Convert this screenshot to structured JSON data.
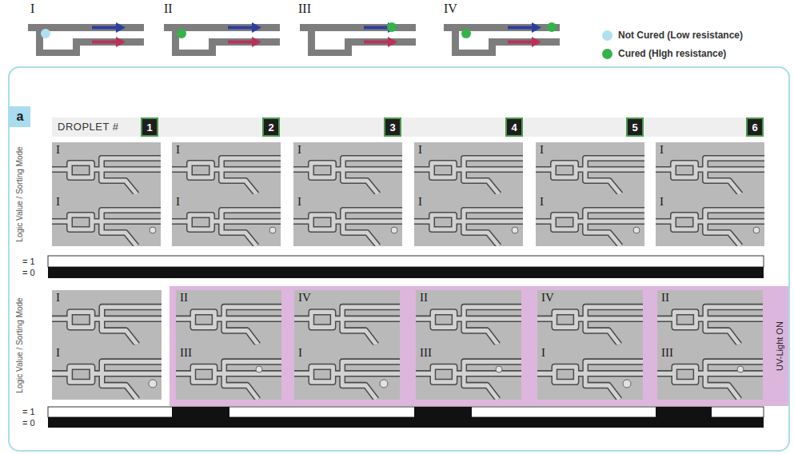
{
  "diagram": {
    "nodes": [
      {
        "text": [
          "a"
        ]
      },
      {
        "text": [
          "DROPLET #"
        ],
        "in": 0
      },
      {
        "text": [
          "1"
        ],
        "in": 1
      },
      {
        "text": [
          "2"
        ],
        "in": 1
      },
      {
        "text": [
          "3"
        ],
        "in": 1
      },
      {
        "text": [
          "4"
        ],
        "in": 1
      },
      {
        "text": [
          "5"
        ],
        "in": 1
      },
      {
        "text": [
          "6"
        ],
        "in": 1
      },
      {
        "text": [
          "I",
          "I"
        ],
        "in": 0
      },
      {
        "text": [
          "I",
          "I"
        ],
        "in": 0
      },
      {
        "text": [
          "I",
          "I"
        ],
        "in": 0
      },
      {
        "text": [
          "I",
          "I"
        ],
        "in": 0
      },
      {
        "text": [
          "I",
          "I"
        ],
        "in": 0
      },
      {
        "text": [
          "I",
          "I"
        ],
        "in": 0
      },
      {
        "text": [
          "I",
          "I"
        ],
        "in": 0
      },
      {
        "text": [
          "UV-Light ON"
        ],
        "in": 0
      },
      {
        "text": [
          "II",
          "III"
        ],
        "in": 15
      },
      {
        "text": [
          "IV",
          "I"
        ],
        "in": 15
      },
      {
        "text": [
          "II",
          "III"
        ],
        "in": 15
      },
      {
        "text": [
          "IV",
          "I"
        ],
        "in": 15
      },
      {
        "text": [
          "II",
          "III"
        ],
        "in": 15
      }
    ],
    "labels": [
      "I",
      "II",
      "III",
      "IV",
      "Logic Value / Sorting Mode",
      "= 1",
      "= 0",
      "Logic Value / Sorting Mode",
      "= 1",
      "= 0"
    ],
    "legend": [
      {
        "text": "Not Cured (Low resistance)",
        "color": "#aee0f0"
      },
      {
        "text": "Cured (HIgh resistance)",
        "color": "#33b34a"
      }
    ]
  }
}
